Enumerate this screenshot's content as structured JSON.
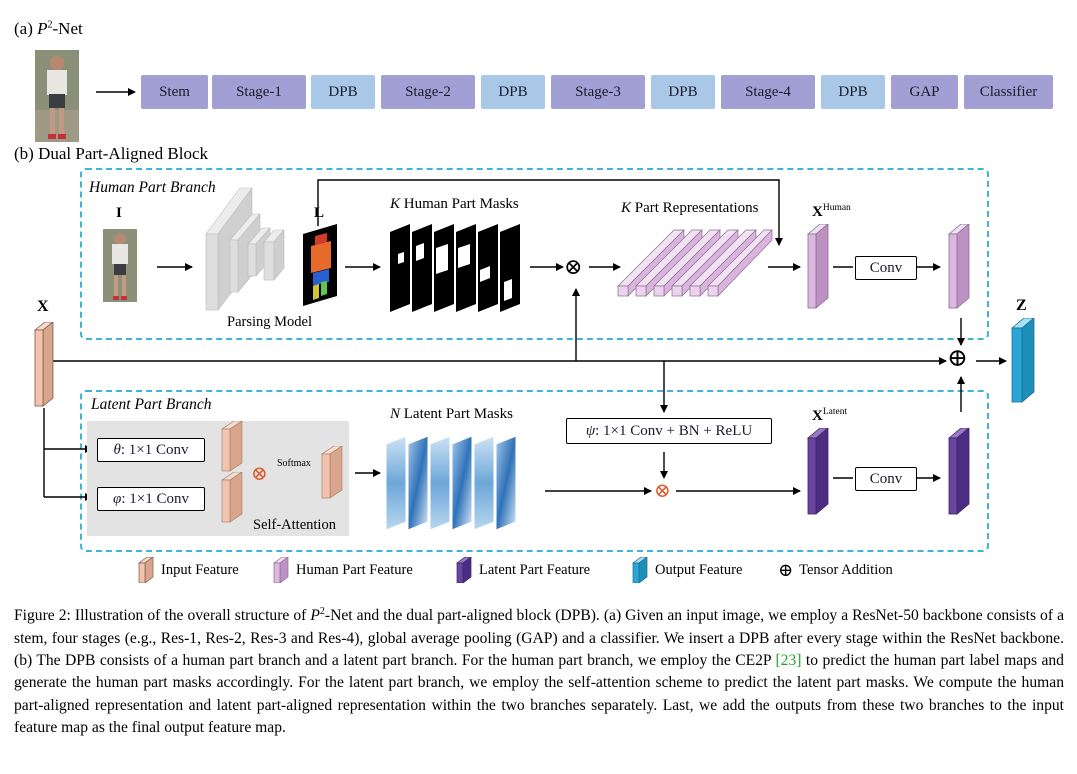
{
  "part_a": {
    "title_prefix": "(a) ",
    "title_p": "P",
    "title_sup": "2",
    "title_rest": "-Net",
    "pipeline": [
      "Stem",
      "Stage-1",
      "DPB",
      "Stage-2",
      "DPB",
      "Stage-3",
      "DPB",
      "Stage-4",
      "DPB",
      "GAP",
      "Classifier"
    ]
  },
  "part_b": {
    "title": "(b) Dual Part-Aligned Block",
    "human_branch": {
      "title": "Human Part Branch",
      "input_label": "I",
      "parsing_output_label": "L",
      "parsing_model_label": "Parsing Model",
      "masks_title_k": "K",
      "masks_title_rest": " Human Part Masks",
      "reps_title_k": "K",
      "reps_title_rest": " Part Representations",
      "feature_label_main": "X",
      "feature_label_sup": "Human",
      "conv_label": "Conv"
    },
    "latent_branch": {
      "title": "Latent Part Branch",
      "theta_sym": "θ",
      "theta_label": ": 1×1 Conv",
      "phi_sym": "φ",
      "phi_label": ": 1×1 Conv",
      "softmax_label": "Softmax",
      "self_attention_label": "Self-Attention",
      "masks_title_n": "N",
      "masks_title_rest": " Latent Part Masks",
      "psi_sym": "ψ",
      "psi_label": ": 1×1 Conv + BN + ReLU",
      "feature_label_main": "X",
      "feature_label_sup": "Latent",
      "conv_label": "Conv"
    },
    "input_label": "X",
    "output_label": "Z",
    "multiply_symbol": "⊗",
    "add_symbol": "⊕"
  },
  "legend": [
    {
      "label": "Input Feature",
      "color": "#f2c4ad"
    },
    {
      "label": "Human Part Feature",
      "color": "#dcb8e0"
    },
    {
      "label": "Latent Part Feature",
      "color": "#6a45a0"
    },
    {
      "label": "Output Feature",
      "color": "#2aa6d6"
    },
    {
      "symbol": "⊕",
      "label": "Tensor Addition"
    }
  ],
  "caption": {
    "line1_a": "Figure 2: Illustration of the overall structure of ",
    "line1_p": "P",
    "line1_sup": "2",
    "line1_b": "-Net and the dual part-aligned block (DPB). (a) Given an input image, we employ a ResNet-50 backbone consists of a stem, four stages (e.g., Res-1, Res-2, Res-3 and Res-4), global average pooling (GAP) and a classifier. We insert a DPB after every stage within the ResNet backbone. (b) The DPB consists of a human part branch and a latent part branch. For the human part branch, we employ the CE2P ",
    "ref": "[23]",
    "line1_c": " to predict the human part label maps and generate the human part masks accordingly. For the latent part branch, we employ the self-attention scheme to predict the latent part masks. We compute the human part-aligned representation and latent part-aligned representation within the two branches separately. Last, we add the outputs from these two branches to the input feature map as the final output feature map."
  },
  "colors": {
    "stage": "#a19fd3",
    "dpb": "#a9c8e8",
    "dashed_border": "#3fb3d9",
    "input_feature": "#f2c4ad",
    "human_feature": "#dcb8e0",
    "latent_feature": "#6a45a0",
    "output_feature": "#2aa6d6",
    "multiply": "#e05a2a"
  }
}
